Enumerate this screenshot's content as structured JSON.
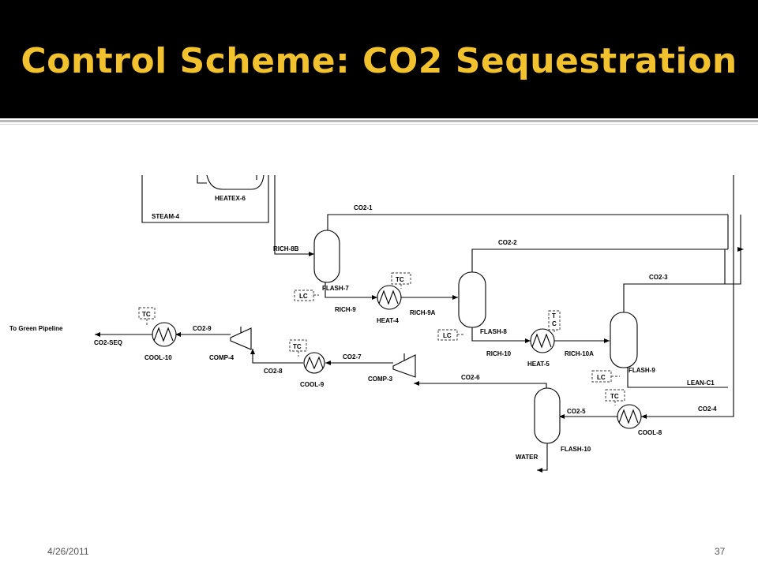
{
  "slide": {
    "title": "Control Scheme: CO2 Sequestration",
    "date": "4/26/2011",
    "page_number": "37"
  },
  "colors": {
    "header_bg": "#000000",
    "title": "#f2c12e"
  },
  "diagram": {
    "streams": {
      "co2_1": "CO2-1",
      "co2_2": "CO2-2",
      "co2_3": "CO2-3",
      "co2_4": "CO2-4",
      "co2_5": "CO2-5",
      "co2_6": "CO2-6",
      "co2_7": "CO2-7",
      "co2_8": "CO2-8",
      "co2_9": "CO2-9",
      "co2_seq": "CO2-SEQ",
      "rich_8b": "RICH-8B",
      "rich_9": "RICH-9",
      "rich_9a": "RICH-9A",
      "rich_10": "RICH-10",
      "rich_10a": "RICH-10A",
      "steam_4": "STEAM-4",
      "lean_c1": "LEAN-C1",
      "water": "WATER",
      "to_green_pipeline": "To Green Pipeline"
    },
    "units": {
      "heatex_6": "HEATEX-6",
      "flash_7": "FLASH-7",
      "flash_8": "FLASH-8",
      "flash_9": "FLASH-9",
      "flash_10": "FLASH-10",
      "heat_4": "HEAT-4",
      "heat_5": "HEAT-5",
      "cool_8": "COOL-8",
      "cool_9": "COOL-9",
      "cool_10": "COOL-10",
      "comp_3": "COMP-3",
      "comp_4": "COMP-4"
    },
    "controllers": {
      "tc": "TC",
      "lc": "LC",
      "t": "T",
      "c": "C"
    }
  }
}
